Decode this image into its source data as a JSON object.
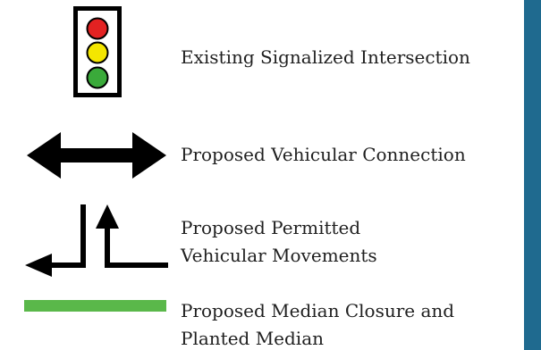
{
  "legend": {
    "items": [
      {
        "icon": "traffic-signal-icon",
        "lines": [
          "Existing Signalized Intersection"
        ]
      },
      {
        "icon": "double-arrow-icon",
        "lines": [
          "Proposed Vehicular Connection"
        ]
      },
      {
        "icon": "turn-arrows-icon",
        "lines": [
          "Proposed Permitted",
          "Vehicular Movements"
        ]
      },
      {
        "icon": "green-bar-icon",
        "lines": [
          "Proposed Median Closure and",
          "Planted Median"
        ]
      }
    ]
  },
  "colors": {
    "signal_red": "#e32222",
    "signal_yellow": "#f4e600",
    "signal_green": "#3aaa3a",
    "median_green": "#5ab84a",
    "right_bar": "#1f6a8f",
    "ink": "#000000"
  }
}
